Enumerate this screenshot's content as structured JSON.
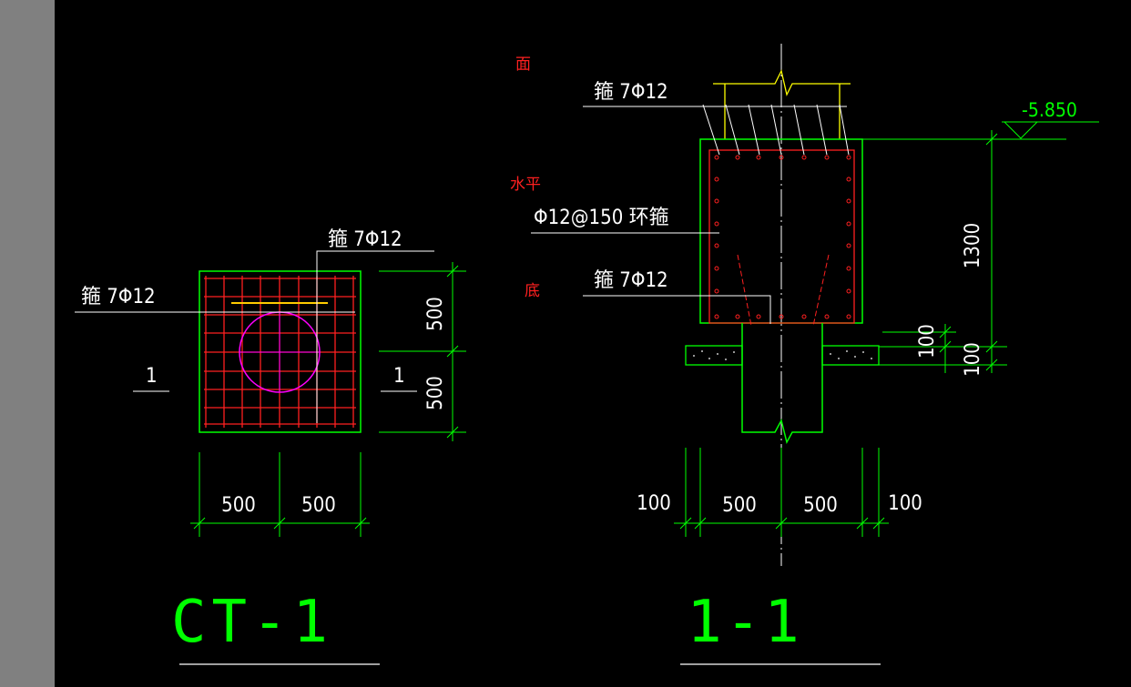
{
  "plan": {
    "title": "CT-1",
    "rebar_top": "箍 7Φ12",
    "rebar_left": "箍 7Φ12",
    "section_mark_left": "1",
    "section_mark_right": "1",
    "dim_v_top": "500",
    "dim_v_bottom": "500",
    "dim_h_left": "500",
    "dim_h_right": "500"
  },
  "section": {
    "title": "1-1",
    "label_face": "面",
    "label_horizontal": "水平",
    "label_bottom": "底",
    "rebar_top": "箍 7Φ12",
    "rebar_ring": "Φ12@150 环箍",
    "rebar_bottom": "箍 7Φ12",
    "elevation": "-5.850",
    "dim_height": "1300",
    "dim_100_upper": "100",
    "dim_100_lower": "100",
    "dim_h_100_left": "100",
    "dim_h_500_left": "500",
    "dim_h_500_right": "500",
    "dim_h_100_right": "100"
  },
  "colors": {
    "outline": "#00ff00",
    "rebar": "#ff2020",
    "text": "#ffffff",
    "circle": "#ff00ff",
    "top_bar": "#ffff00",
    "sidebar": "#808080"
  }
}
